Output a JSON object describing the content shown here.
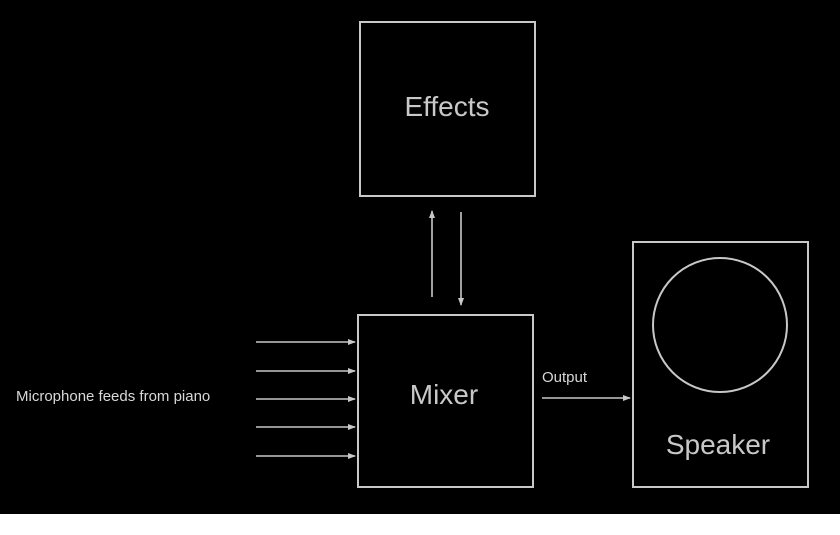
{
  "diagram": {
    "effects_label": "Effects",
    "mixer_label": "Mixer",
    "speaker_label": "Speaker",
    "output_label": "Output",
    "inputs_label": "Microphone feeds from piano",
    "colors": {
      "background": "#000000",
      "stroke": "#c8c8c8",
      "text": "#c8c8c8",
      "page": "#ffffff"
    },
    "icons": [
      "arrow-right-icon",
      "arrow-up-icon",
      "arrow-down-icon",
      "speaker-cone-icon"
    ]
  }
}
